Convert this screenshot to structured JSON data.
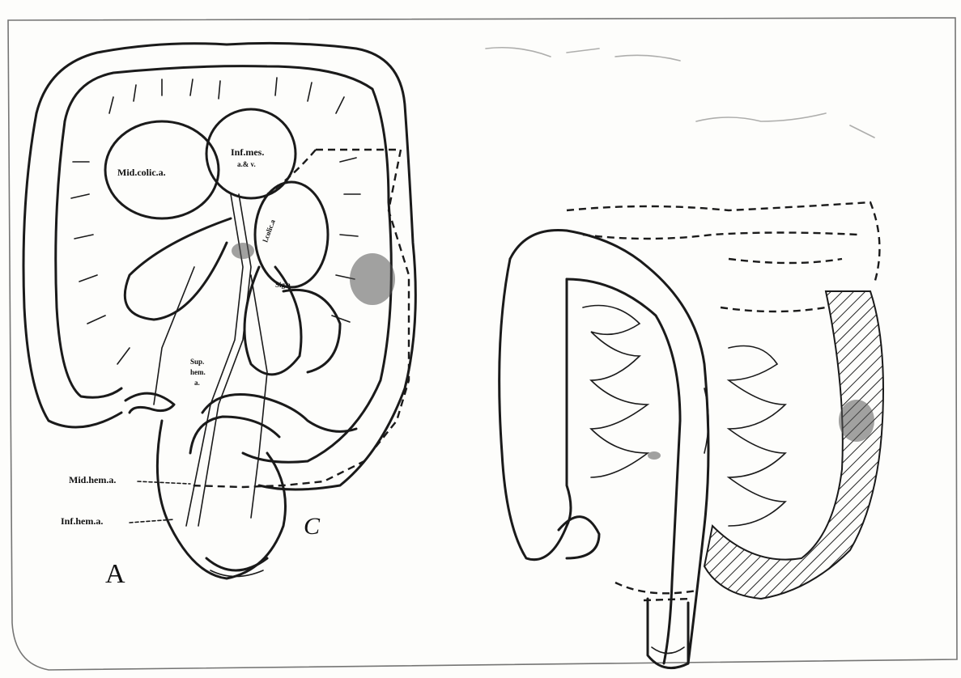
{
  "figure": {
    "panel_letter": "A",
    "labels": {
      "mid_colic": "Mid.colic.a.",
      "inf_mes_line1": "Inf.mes.",
      "inf_mes_line2": "a.& v.",
      "colic": "l.colic.a",
      "sig": "Sig.a.",
      "sup_hem_line1": "Sup.",
      "sup_hem_line2": "hem.",
      "sup_hem_line3": "a.",
      "mid_hem": "Mid.hem.a.",
      "inf_hem": "Inf.hem.a."
    },
    "signature": "C"
  }
}
